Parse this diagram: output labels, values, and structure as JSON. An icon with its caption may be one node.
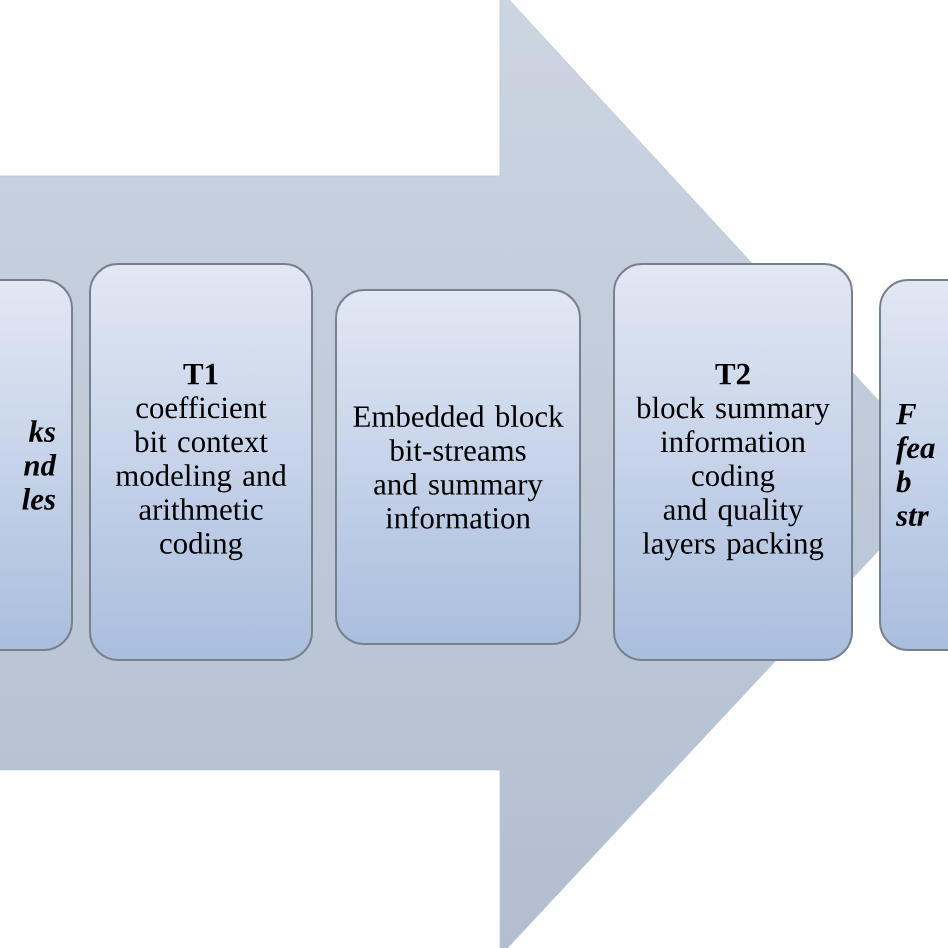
{
  "diagram": {
    "nodes": [
      {
        "text": [
          "ks",
          "nd",
          "les"
        ]
      },
      {
        "text": [
          "T1",
          "coefficient bit context modeling and arithmetic coding"
        ]
      },
      {
        "text": [
          "Embedded block bit-streams and summary information"
        ]
      },
      {
        "text": [
          "T2",
          "block summary information coding and quality layers packing"
        ]
      },
      {
        "text": [
          "F",
          "fea",
          "b",
          "str"
        ]
      }
    ],
    "edges": [
      {
        "from": 0,
        "to": 4,
        "arrow": "to"
      }
    ]
  }
}
